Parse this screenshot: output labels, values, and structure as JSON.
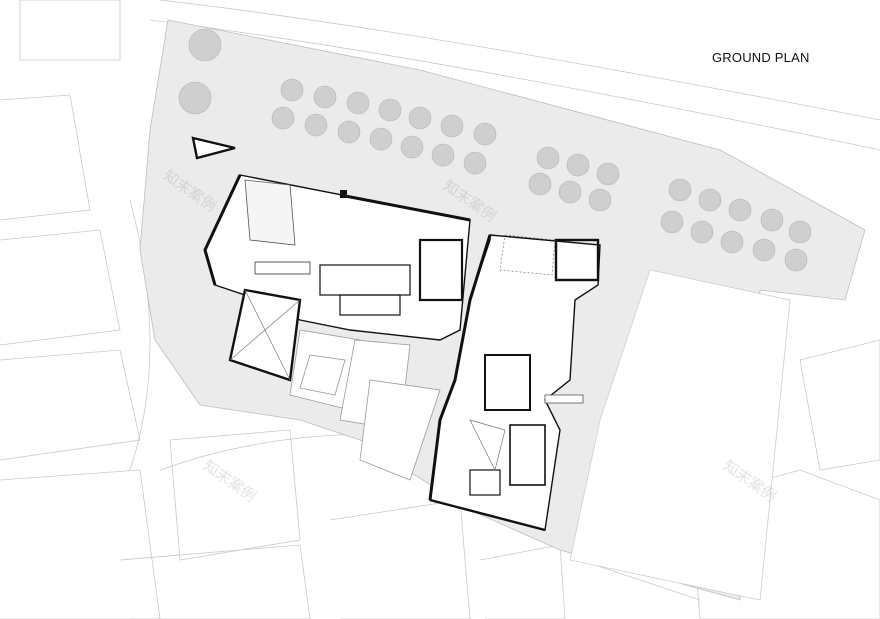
{
  "plan": {
    "title": "GROUND PLAN",
    "watermarks": [
      "知末案例",
      "知末案例",
      "知末案例",
      "知末案例"
    ]
  },
  "colors": {
    "background": "#ffffff",
    "site_fill": "#ebebeb",
    "context_line": "#c8c8c8",
    "building_fill": "#ffffff",
    "wall": "#111111",
    "tree": "#cfcfcf"
  }
}
